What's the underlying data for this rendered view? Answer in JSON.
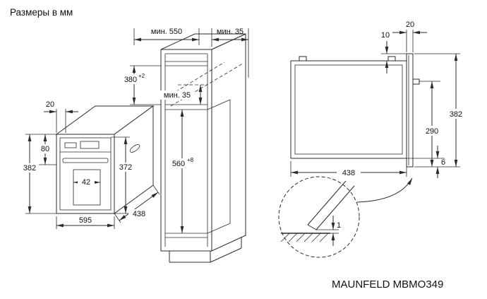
{
  "title": "Размеры в мм",
  "model": "MAUNFELD MBMO349",
  "front_view": {
    "dim_top_frame": "20",
    "dim_upper_height": "80",
    "dim_total_height": "382",
    "dim_window": "42",
    "dim_door_height": "372",
    "dim_width": "595",
    "dim_depth": "438"
  },
  "cabinet_view": {
    "dim_min_depth": "мин. 550",
    "dim_min_top_gap": "мин. 35",
    "dim_niche_height": "380",
    "dim_niche_height_tol": "+2",
    "dim_min_rear_gap": "мин. 35",
    "dim_niche_width": "560",
    "dim_niche_width_tol": "+8"
  },
  "side_view": {
    "dim_door_thickness": "20",
    "dim_top_gap": "10",
    "dim_total_height": "382",
    "dim_mount_height": "290",
    "dim_bottom_gap": "6",
    "dim_depth": "438"
  },
  "detail_view": {
    "dim_door_floor_gap": "1"
  }
}
